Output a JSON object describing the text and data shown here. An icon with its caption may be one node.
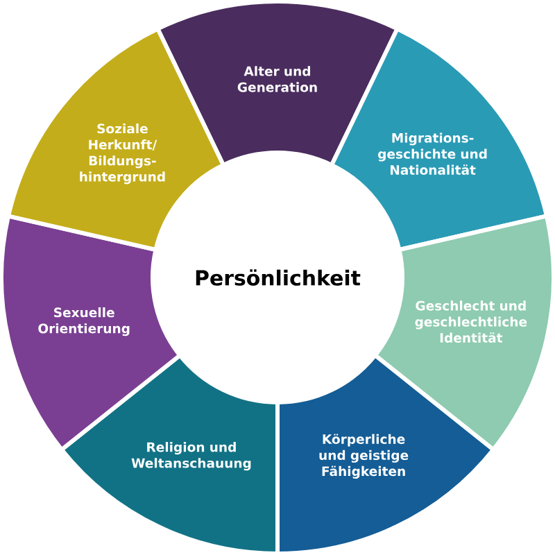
{
  "diagram": {
    "nodes": [
      {
        "text": [
          "Persönlichkeit"
        ]
      },
      {
        "text": [
          "Alter und Generation"
        ]
      },
      {
        "text": [
          "Migrations- geschichte und Nationalität"
        ]
      },
      {
        "text": [
          "Geschlecht und geschlechtliche Identität"
        ]
      },
      {
        "text": [
          "Körperliche und geistige Fähigkeiten"
        ]
      },
      {
        "text": [
          "Religion und Weltanschauung"
        ]
      },
      {
        "text": [
          "Sexuelle Orientierung"
        ]
      },
      {
        "text": [
          "Soziale Herkunft/ Bildungs- hintergrund"
        ]
      }
    ]
  }
}
